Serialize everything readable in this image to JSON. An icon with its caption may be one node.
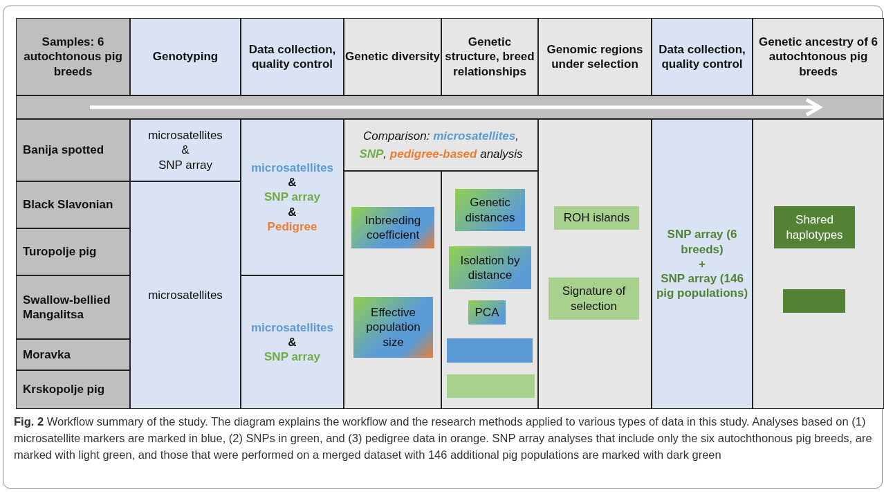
{
  "diagram": {
    "caption": "**Fig. 2** Workflow summary of the study. The diagram explains the workflow and the research methods applied to various types of data in this study. Analyses based on (1) microsatellite markers are marked in blue, (2) SNPs in green, and (3) pedigree data in orange. SNP array analyses that include only the six autochthonous pig breeds, are marked with light green, and those that were performed on a merged dataset with 146 additional pig populations are marked with dark green",
    "nodes": [
      {
        "text": [
          "Samples: 6 autochtonous pig breeds"
        ]
      },
      {
        "text": [
          "Genotyping"
        ]
      },
      {
        "text": [
          "Data collection, quality control"
        ]
      },
      {
        "text": [
          "Genetic diversity"
        ]
      },
      {
        "text": [
          "Genetic structure, breed relationships"
        ]
      },
      {
        "text": [
          "Genomic regions under selection"
        ]
      },
      {
        "text": [
          "Data collection, quality control"
        ]
      },
      {
        "text": [
          "Genetic ancestry of 6 autochtonous pig breeds"
        ]
      },
      {
        "text": [
          "Banija spotted"
        ]
      },
      {
        "text": [
          "microsatellites",
          "&",
          "SNP array"
        ]
      },
      {
        "text": [
          "microsatellites",
          "&",
          "SNP array",
          "&",
          "Pedigree"
        ]
      },
      {
        "text": [
          "Comparison: **microsatellites**, **SNP**, **pedigree-based** analysis"
        ]
      },
      {
        "text": [],
        "shape": "box"
      },
      {
        "text": [
          "Inbreeding coefficient"
        ],
        "in": 12
      },
      {
        "text": [
          "Effective population size"
        ],
        "in": 12
      },
      {
        "text": [],
        "shape": "box"
      },
      {
        "text": [
          "Genetic distances"
        ],
        "in": 15
      },
      {
        "text": [
          "Isolation by distance"
        ],
        "in": 15
      },
      {
        "text": [
          "PCA"
        ],
        "in": 15
      },
      {
        "text": [],
        "shape": "box",
        "in": 15
      },
      {
        "text": [],
        "shape": "box",
        "in": 15
      },
      {
        "text": [],
        "shape": "box"
      },
      {
        "text": [
          "ROH islands"
        ],
        "in": 21
      },
      {
        "text": [
          "Signature of selection"
        ],
        "in": 21
      },
      {
        "text": [
          "SNP array (6 breeds)",
          "+",
          "SNP array (146 pig populations)"
        ]
      },
      {
        "text": [],
        "shape": "box"
      },
      {
        "text": [
          "Shared haplotypes"
        ],
        "in": 25
      },
      {
        "text": [],
        "shape": "box",
        "in": 25
      },
      {
        "text": [
          "Black Slavonian"
        ]
      },
      {
        "text": [
          "Turopolje pig"
        ]
      },
      {
        "text": [
          "Swallow-bellied Mangalitsa"
        ]
      },
      {
        "text": [
          "Moravka"
        ]
      },
      {
        "text": [
          "Krskopolje pig"
        ]
      },
      {
        "text": [
          "microsatellites"
        ]
      },
      {
        "text": [
          "microsatellites",
          "&",
          "SNP array"
        ]
      }
    ]
  }
}
